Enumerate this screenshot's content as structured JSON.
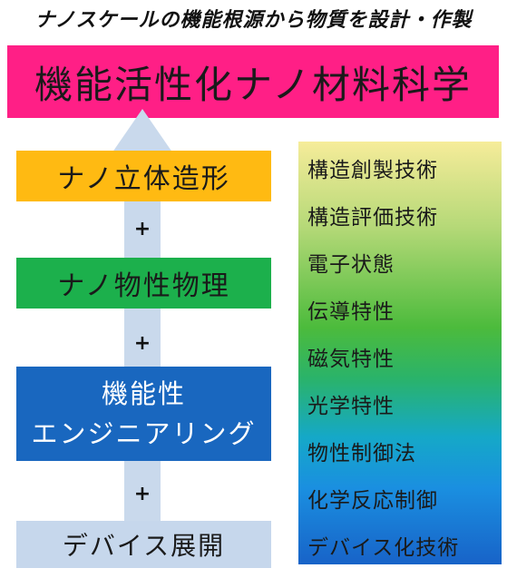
{
  "colors": {
    "title_bg": "#ff1f86",
    "stage_yellow": "#ffba12",
    "stage_green": "#1cb04c",
    "stage_blue": "#1967bf",
    "stage_light": "#c6d7ec",
    "arrow": "#c9d9ec"
  },
  "header": {
    "subtitle": "ナノスケールの機能根源から物質を設計・作製",
    "title": "機能活性化ナノ材料科学"
  },
  "stages": [
    {
      "label": "ナノ立体造形"
    },
    {
      "label": "ナノ物性物理"
    },
    {
      "label_line1": "機能性",
      "label_line2": "エンジニアリング"
    },
    {
      "label": "デバイス展開"
    }
  ],
  "connector": "+",
  "technologies": [
    "構造創製技術",
    "構造評価技術",
    "電子状態",
    "伝導特性",
    "磁気特性",
    "光学特性",
    "物性制御法",
    "化学反応制御",
    "デバイス化技術"
  ]
}
